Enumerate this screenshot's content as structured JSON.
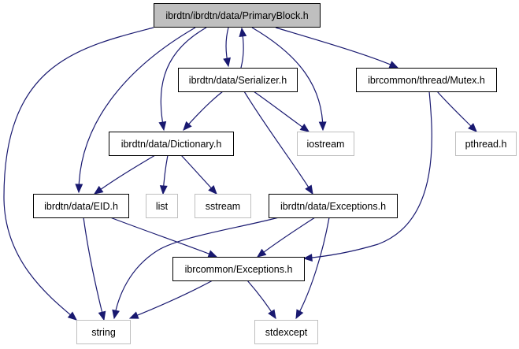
{
  "diagram": {
    "type": "include-dependency-graph",
    "colors": {
      "edge": "#191970",
      "root_fill": "#bfbfbf",
      "node_border": "#000000",
      "external_border": "#bfbfbf",
      "node_fill": "#ffffff"
    },
    "nodes": [
      {
        "id": "primaryblock",
        "label": "ibrdtn/ibrdtn/data/PrimaryBlock.h",
        "kind": "root"
      },
      {
        "id": "serializer",
        "label": "ibrdtn/data/Serializer.h",
        "kind": "header"
      },
      {
        "id": "mutex",
        "label": "ibrcommon/thread/Mutex.h",
        "kind": "header"
      },
      {
        "id": "dictionary",
        "label": "ibrdtn/data/Dictionary.h",
        "kind": "header"
      },
      {
        "id": "iostream",
        "label": "iostream",
        "kind": "external"
      },
      {
        "id": "pthread",
        "label": "pthread.h",
        "kind": "external"
      },
      {
        "id": "eid",
        "label": "ibrdtn/data/EID.h",
        "kind": "header"
      },
      {
        "id": "list",
        "label": "list",
        "kind": "external"
      },
      {
        "id": "sstream",
        "label": "sstream",
        "kind": "external"
      },
      {
        "id": "dataexceptions",
        "label": "ibrdtn/data/Exceptions.h",
        "kind": "header"
      },
      {
        "id": "commonexceptions",
        "label": "ibrcommon/Exceptions.h",
        "kind": "header"
      },
      {
        "id": "string",
        "label": "string",
        "kind": "external"
      },
      {
        "id": "stdexcept",
        "label": "stdexcept",
        "kind": "external"
      }
    ],
    "edges": [
      {
        "from": "primaryblock",
        "to": "string"
      },
      {
        "from": "primaryblock",
        "to": "eid"
      },
      {
        "from": "primaryblock",
        "to": "dictionary"
      },
      {
        "from": "primaryblock",
        "to": "serializer"
      },
      {
        "from": "serializer",
        "to": "primaryblock"
      },
      {
        "from": "primaryblock",
        "to": "iostream"
      },
      {
        "from": "primaryblock",
        "to": "mutex"
      },
      {
        "from": "serializer",
        "to": "dictionary"
      },
      {
        "from": "serializer",
        "to": "iostream"
      },
      {
        "from": "serializer",
        "to": "dataexceptions"
      },
      {
        "from": "mutex",
        "to": "pthread"
      },
      {
        "from": "mutex",
        "to": "commonexceptions"
      },
      {
        "from": "dictionary",
        "to": "eid"
      },
      {
        "from": "dictionary",
        "to": "list"
      },
      {
        "from": "dictionary",
        "to": "sstream"
      },
      {
        "from": "eid",
        "to": "string"
      },
      {
        "from": "eid",
        "to": "commonexceptions"
      },
      {
        "from": "dataexceptions",
        "to": "string"
      },
      {
        "from": "dataexceptions",
        "to": "commonexceptions"
      },
      {
        "from": "dataexceptions",
        "to": "stdexcept"
      },
      {
        "from": "commonexceptions",
        "to": "string"
      },
      {
        "from": "commonexceptions",
        "to": "stdexcept"
      }
    ]
  }
}
